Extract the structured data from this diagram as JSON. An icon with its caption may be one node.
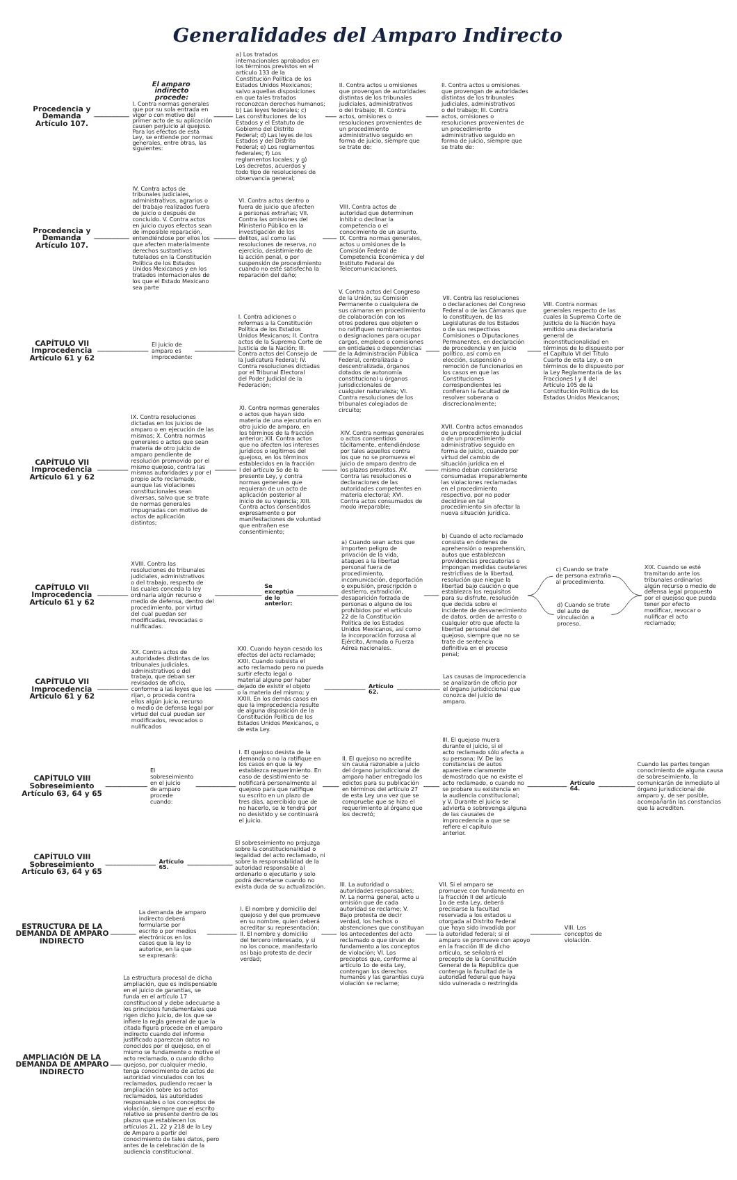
{
  "diagram": {
    "title": "Generalidades del Amparo Indirecto",
    "nodes": [
      {
        "text": [
          "Procedencia y Demanda Artículo 107."
        ]
      },
      {
        "text": [
          "El amparo indirecto procede:",
          "I. Contra normas generales que por su sola entrada en vigor o con motivo del primer acto de su aplicación causen perjuicio al quejoso. Para los efectos de esta Ley, se entiende por normas generales, entre otras, las siguientes:"
        ]
      },
      {
        "text": [
          "a) Los tratados internacionales aprobados en los términos previstos en el artículo 133 de la Constitución Política de los Estados Unidos Mexicanos; salvo aquellas disposiciones en que tales tratados reconozcan derechos humanos; b) Las leyes federales; c) Las constituciones de los Estados y el Estatuto de Gobierno del Distrito Federal; d) Las leyes de los Estados y del Distrito Federal; e) Los reglamentos federales; f) Los reglamentos locales; y g) Los decretos, acuerdos y todo tipo de resoluciones de observancia general;"
        ]
      },
      {
        "text": [
          "II. Contra actos u omisiones que provengan de autoridades distintas de los tribunales judiciales, administrativos o del trabajo; III. Contra actos, omisiones o resoluciones provenientes de un procedimiento administrativo seguido en forma de juicio, siempre que se trate de:"
        ]
      },
      {
        "text": [
          "II. Contra actos u omisiones que provengan de autoridades distintas de los tribunales judiciales, administrativos o del trabajo; III. Contra actos, omisiones o resoluciones provenientes de un procedimiento administrativo seguido en forma de juicio, siempre que se trate de:"
        ]
      },
      {
        "text": [
          "Procedencia y Demanda Artículo 107."
        ]
      },
      {
        "text": [
          "IV. Contra actos de tribunales judiciales, administrativos, agrarios o del trabajo realizados fuera de juicio o después de concluido. V. Contra actos en juicio cuyos efectos sean de imposible reparación, entendiéndose por ellos los que afecten materialmente derechos sustantivos tutelados en la Constitución Política de los Estados Unidos Mexicanos y en los tratados internacionales de los que el Estado Mexicano sea parte"
        ]
      },
      {
        "text": [
          "VI. Contra actos dentro o fuera de juicio que afecten a personas extrañas; VII. Contra las omisiones del Ministerio Público en la investigación de los delitos, así como las resoluciones de reserva, no ejercicio, desistimiento de la acción penal, o por suspensión de procedimiento cuando no esté satisfecha la reparación del daño;"
        ]
      },
      {
        "text": [
          "VIII. Contra actos de autoridad que determinen inhibir o declinar la competencia o el conocimiento de un asunto, IX. Contra normas generales, actos u omisiones de la Comisión Federal de Competencia Económica y del Instituto Federal de Telecomunicaciones."
        ]
      },
      {
        "text": [
          "CAPÍTULO VII Improcedencia Artículo 61 y 62"
        ]
      },
      {
        "text": [
          "El juicio de amparo es improcedente:"
        ]
      },
      {
        "text": [
          "I. Contra adiciones o reformas a la Constitución Política de los Estados Unidos Mexicanos; II. Contra actos de la Suprema Corte de Justicia de la Nación; III. Contra actos del Consejo de la Judicatura Federal; IV. Contra resoluciones dictadas por el Tribunal Electoral del Poder Judicial de la Federación;"
        ]
      },
      {
        "text": [
          "V. Contra actos del Congreso de la Unión, su Comisión Permanente o cualquiera de sus cámaras en procedimiento de colaboración con los otros poderes que objeten o no ratifiquen nombramientos o designaciones para ocupar cargos, empleos o comisiones en entidades o dependencias de la Administración Pública Federal, centralizada o descentralizada, órganos dotados de autonomía constitucional u órganos jurisdiccionales de cualquier naturaleza; VI. Contra resoluciones de los tribunales colegiados de circuito;"
        ]
      },
      {
        "text": [
          "VII. Contra las resoluciones o declaraciones del Congreso Federal o de las Cámaras que lo constituyen, de las Legislaturas de los Estados o de sus respectivas Comisiones o Diputaciones Permanentes, en declaración de procedencia y en juicio político, así como en elección, suspensión o remoción de funcionarios en los casos en que las Constituciones correspondientes les confieran la facultad de resolver soberana o discrecionalmente;"
        ]
      },
      {
        "text": [
          "VIII. Contra normas generales respecto de las cuales la Suprema Corte de Justicia de la Nación haya emitido una declaratoria general de inconstitucionalidad en términos de lo dispuesto por el Capítulo VI del Título Cuarto de esta Ley, o en términos de lo dispuesto por la Ley Reglamentaria de las Fracciones I y II del Artículo 105 de la Constitución Política de los Estados Unidos Mexicanos;"
        ]
      },
      {
        "text": [
          "CAPÍTULO VII Improcedencia Artículo 61 y 62"
        ]
      },
      {
        "text": [
          "IX. Contra resoluciones dictadas en los juicios de amparo o en ejecución de las mismas; X. Contra normas generales o actos que sean materia de otro juicio de amparo pendiente de resolución promovido por el mismo quejoso, contra las mismas autoridades y por el propio acto reclamado, aunque las violaciones constitucionales sean diversas, salvo que se trate de normas generales impugnadas con motivo de actos de aplicación distintos;"
        ]
      },
      {
        "text": [
          "XI. Contra normas generales o actos que hayan sido materia de una ejecutoria en otro juicio de amparo, en los términos de la fracción anterior; XII. Contra actos que no afecten los intereses jurídicos o legítimos del quejoso, en los términos establecidos en la fracción I del artículo 5o de la presente Ley, y contra normas generales que requieran de un acto de aplicación posterior al inicio de su vigencia; XIII. Contra actos consentidos expresamente o por manifestaciones de voluntad que entrañen ese consentimiento;"
        ]
      },
      {
        "text": [
          "XIV. Contra normas generales o actos consentidos tácitamente, entendiéndose por tales aquellos contra los que no se promueva el juicio de amparo dentro de los plazos previstos. XV. Contra las resoluciones o declaraciones de las autoridades competentes en materia electoral; XVI. Contra actos consumados de modo irreparable;"
        ]
      },
      {
        "text": [
          "XVII. Contra actos emanados de un procedimiento judicial o de un procedimiento administrativo seguido en forma de juicio, cuando por virtud del cambio de situación jurídica en el mismo deban considerarse consumadas irreparablemente las violaciones reclamadas en el procedimiento respectivo, por no poder decidirse en tal procedimiento sin afectar la nueva situación jurídica."
        ]
      },
      {
        "text": [
          "CAPÍTULO VII Improcedencia Artículo 61 y 62"
        ]
      },
      {
        "text": [
          "XVIII. Contra las resoluciones de tribunales judiciales, administrativos o del trabajo, respecto de las cuales conceda la ley ordinaria algún recurso o medio de defensa, dentro del procedimiento, por virtud del cual puedan ser modificadas, revocadas o nulificadas."
        ]
      },
      {
        "text": [
          "Se exceptúa de lo anterior:"
        ]
      },
      {
        "text": [
          "a) Cuando sean actos que importen peligro de privación de la vida, ataques a la libertad personal fuera de procedimiento, incomunicación, deportación o expulsión, proscripción o destierro, extradición, desaparición forzada de personas o alguno de los prohibidos por el artículo 22 de la Constitución Política de los Estados Unidos Mexicanos, así como la incorporación forzosa al Ejército, Armada o Fuerza Aérea nacionales."
        ]
      },
      {
        "text": [
          "b) Cuando el acto reclamado consista en órdenes de aprehensión o reaprehensión, autos que establezcan providencias precautorias o impongan medidas cautelares restrictivas de la libertad, resolución que niegue la libertad bajo caución o que establezca los requisitos para su disfrute, resolución que decida sobre el incidente de desvanecimiento de datos, orden de arresto o cualquier otro que afecte la libertad personal del quejoso, siempre que no se trate de sentencia definitiva en el proceso penal;"
        ]
      },
      {
        "text": [
          "c) Cuando se trate de persona extraña al procedimiento."
        ]
      },
      {
        "text": [
          "d) Cuando se trate del auto de vinculación a proceso."
        ]
      },
      {
        "text": [
          "XIX. Cuando se esté tramitando ante los tribunales ordinarios algún recurso o medio de defensa legal propuesto por el quejoso que pueda tener por efecto modificar, revocar o nulificar el acto reclamado;"
        ]
      },
      {
        "text": [
          "CAPÍTULO VII Improcedencia Artículo 61 y 62"
        ]
      },
      {
        "text": [
          "XX. Contra actos de autoridades distintas de los tribunales judiciales, administrativos o del trabajo, que deban ser revisados de oficio, conforme a las leyes que los rijan, o proceda contra ellos algún juicio, recurso o medio de defensa legal por virtud del cual puedan ser modificados, revocados o nulificados"
        ]
      },
      {
        "text": [
          "XXI. Cuando hayan cesado los efectos del acto reclamado; XXII. Cuando subsista el acto reclamado pero no pueda surtir efecto legal o material alguno por haber dejado de existir el objeto o la materia del mismo; y XXIII. En los demás casos en que la improcedencia resulte de alguna disposición de la Constitución Política de los Estados Unidos Mexicanos, o de esta Ley."
        ]
      },
      {
        "text": [
          "Artículo 62."
        ]
      },
      {
        "text": [
          "Las causas de improcedencia se analizarán de oficio por el órgano jurisdiccional que conozca del juicio de amparo."
        ]
      },
      {
        "text": [
          "CAPÍTULO VIII Sobreseimiento Artículo 63, 64 y 65"
        ]
      },
      {
        "text": [
          "El sobreseimiento en el juicio de amparo procede cuando:"
        ]
      },
      {
        "text": [
          "I. El quejoso desista de la demanda o no la ratifique en los casos en que la ley establezca requerimiento. En caso de desistimiento se notificará personalmente al quejoso para que ratifique su escrito en un plazo de tres días, apercibido que de no hacerlo, se le tendrá por no desistido y se continuará el juicio."
        ]
      },
      {
        "text": [
          "II. El quejoso no acredite sin causa razonable a juicio del órgano jurisdiccional de amparo haber entregado los edictos para su publicación en términos del artículo 27 de esta Ley una vez que se compruebe que se hizo el requerimiento al órgano que los decretó;"
        ]
      },
      {
        "text": [
          "III. El quejoso muera durante el juicio, si el acto reclamado sólo afecta a su persona; IV. De las constancias de autos apareciere claramente demostrado que no existe el acto reclamado, o cuando no se probare su existencia en la audiencia constitucional; y V. Durante el juicio se advierta o sobrevenga alguna de las causales de improcedencia a que se refiere el capítulo anterior."
        ]
      },
      {
        "text": [
          "Artículo 64."
        ]
      },
      {
        "text": [
          "Cuando las partes tengan conocimiento de alguna causa de sobreseimiento, la comunicarán de inmediato al órgano jurisdiccional de amparo y, de ser posible, acompañarán las constancias que la acrediten."
        ]
      },
      {
        "text": [
          "CAPÍTULO VIII Sobreseimiento Artículo 63, 64 y 65"
        ]
      },
      {
        "text": [
          "Artículo 65."
        ]
      },
      {
        "text": [
          "El sobreseimiento no prejuzga sobre la constitucionalidad o legalidad del acto reclamado, ni sobre la responsabilidad de la autoridad responsable al ordenarlo o ejecutarlo y solo podrá decretarse cuando no exista duda de su actualización."
        ]
      },
      {
        "text": [
          "ESTRUCTURA DE LA DEMANDA DE AMPARO INDIRECTO"
        ]
      },
      {
        "text": [
          "La demanda de amparo indirecto deberá formularse por escrito o por medios electrónicos en los casos que la ley lo autorice, en la que se expresará:"
        ]
      },
      {
        "text": [
          "I. El nombre y domicilio del quejoso y del que promueve en su nombre, quien deberá acreditar su representación; II. El nombre y domicilio del tercero interesado, y si no los conoce, manifestarlo así bajo protesta de decir verdad;"
        ]
      },
      {
        "text": [
          "III. La autoridad o autoridades responsables; IV. La norma general, acto u omisión que de cada autoridad se reclame; V. Bajo protesta de decir verdad, los hechos o abstenciones que constituyan los antecedentes del acto reclamado o que sirvan de fundamento a los conceptos de violación; VI. Los preceptos que, conforme al artículo 1o de esta Ley, contengan los derechos humanos y las garantías cuya violación se reclame;"
        ]
      },
      {
        "text": [
          "VII. Si el amparo se promueve con fundamento en la fracción II del artículo 1o de esta Ley, deberá precisarse la facultad reservada a los estados u otorgada al Distrito Federal que haya sido invadida por la autoridad federal; si el amparo se promueve con apoyo en la fracción III de dicho artículo, se señalará el precepto de la Constitución General de la República que contenga la facultad de la autoridad federal que haya sido vulnerada o restringida"
        ]
      },
      {
        "text": [
          "VIII. Los conceptos de violación."
        ]
      },
      {
        "text": [
          "AMPLIACIÓN DE LA DEMANDA DE AMPARO INDIRECTO"
        ]
      },
      {
        "text": [
          "La estructura procesal de dicha ampliación, que es indispensable en el juicio de garantías, se funda en el artículo 17 constitucional y debe adecuarse a los principios fundamentales que rigen dicho juicio, de los que se infiere la regla general de que la citada figura procede en el amparo indirecto cuando del informe justificado aparezcan datos no conocidos por el quejoso, en el mismo se fundamente o motive el acto reclamado, o cuando dicho quejoso, por cualquier medio, tenga conocimiento de actos de autoridad vinculados con los reclamados, pudiendo recaer la ampliación sobre los actos reclamados, las autoridades responsables o los conceptos de violación, siempre que el escrito relativo se presente dentro de los plazos que establecen los artículos 21, 22 y 218 de la Ley de Amparo a partir del conocimiento de tales datos, pero antes de la celebración de la audiencia constitucional."
        ]
      }
    ],
    "edges": [
      {
        "from": 0,
        "to": 1,
        "arrow": "none"
      },
      {
        "from": 1,
        "to": 2,
        "arrow": "none"
      },
      {
        "from": 2,
        "to": 3,
        "arrow": "none"
      },
      {
        "from": 3,
        "to": 4,
        "arrow": "none"
      },
      {
        "from": 5,
        "to": 6,
        "arrow": "none"
      },
      {
        "from": 6,
        "to": 7,
        "arrow": "none"
      },
      {
        "from": 7,
        "to": 8,
        "arrow": "none"
      },
      {
        "from": 9,
        "to": 10,
        "arrow": "none"
      },
      {
        "from": 10,
        "to": 11,
        "arrow": "none"
      },
      {
        "from": 11,
        "to": 12,
        "arrow": "none"
      },
      {
        "from": 12,
        "to": 13,
        "arrow": "none"
      },
      {
        "from": 13,
        "to": 14,
        "arrow": "none"
      },
      {
        "from": 15,
        "to": 16,
        "arrow": "none"
      },
      {
        "from": 16,
        "to": 17,
        "arrow": "none"
      },
      {
        "from": 17,
        "to": 18,
        "arrow": "none"
      },
      {
        "from": 18,
        "to": 19,
        "arrow": "none"
      },
      {
        "from": 20,
        "to": 21,
        "arrow": "none"
      },
      {
        "from": 21,
        "to": 22,
        "arrow": "none"
      },
      {
        "from": 22,
        "to": 23,
        "arrow": "none"
      },
      {
        "from": 23,
        "to": 24,
        "arrow": "none"
      },
      {
        "from": 24,
        "to": 25,
        "arrow": "none"
      },
      {
        "from": 24,
        "to": 26,
        "arrow": "none"
      },
      {
        "from": 25,
        "to": 27,
        "arrow": "none"
      },
      {
        "from": 26,
        "to": 27,
        "arrow": "none"
      },
      {
        "from": 28,
        "to": 29,
        "arrow": "none"
      },
      {
        "from": 29,
        "to": 30,
        "arrow": "none"
      },
      {
        "from": 30,
        "to": 31,
        "arrow": "none"
      },
      {
        "from": 31,
        "to": 32,
        "arrow": "none"
      },
      {
        "from": 33,
        "to": 34,
        "arrow": "none"
      },
      {
        "from": 34,
        "to": 35,
        "arrow": "none"
      },
      {
        "from": 35,
        "to": 36,
        "arrow": "none"
      },
      {
        "from": 36,
        "to": 37,
        "arrow": "none"
      },
      {
        "from": 37,
        "to": 38,
        "arrow": "none"
      },
      {
        "from": 38,
        "to": 39,
        "arrow": "none"
      },
      {
        "from": 40,
        "to": 41,
        "arrow": "none"
      },
      {
        "from": 41,
        "to": 42,
        "arrow": "none"
      },
      {
        "from": 43,
        "to": 44,
        "arrow": "none"
      },
      {
        "from": 44,
        "to": 45,
        "arrow": "none"
      },
      {
        "from": 45,
        "to": 46,
        "arrow": "none"
      },
      {
        "from": 46,
        "to": 47,
        "arrow": "none"
      },
      {
        "from": 47,
        "to": 48,
        "arrow": "none"
      },
      {
        "from": 49,
        "to": 50,
        "arrow": "none"
      }
    ]
  }
}
